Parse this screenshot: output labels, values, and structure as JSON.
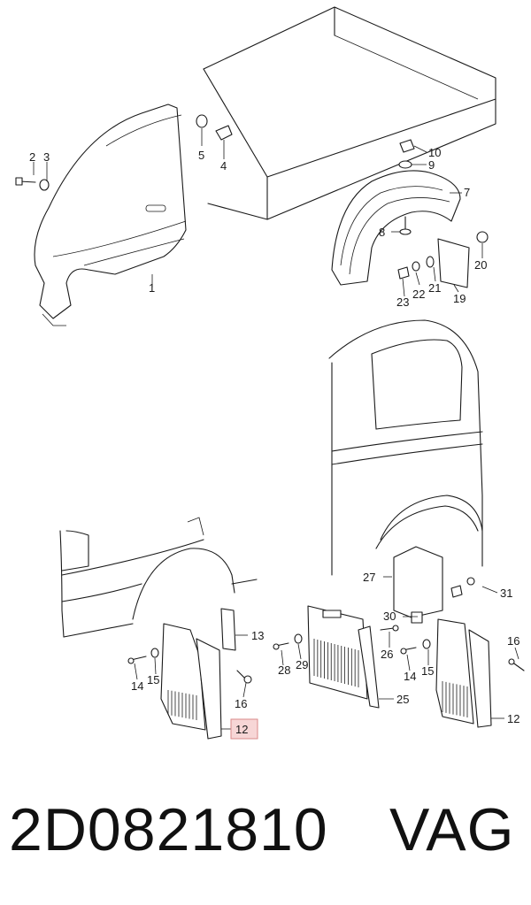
{
  "callouts": {
    "c1": "1",
    "c2": "2",
    "c3": "3",
    "c4": "4",
    "c5": "5",
    "c7": "7",
    "c8": "8",
    "c9": "9",
    "c10": "10",
    "c12a": "12",
    "c12b": "12",
    "c13": "13",
    "c14a": "14",
    "c14b": "14",
    "c15a": "15",
    "c15b": "15",
    "c16a": "16",
    "c16b": "16",
    "c19": "19",
    "c20": "20",
    "c21": "21",
    "c22": "22",
    "c23": "23",
    "c25": "25",
    "c26": "26",
    "c27": "27",
    "c28": "28",
    "c29": "29",
    "c30": "30",
    "c31": "31"
  },
  "highlight_color": "#f7d6d6",
  "footer": {
    "part_number": "2D0821810",
    "brand": "VAG"
  }
}
